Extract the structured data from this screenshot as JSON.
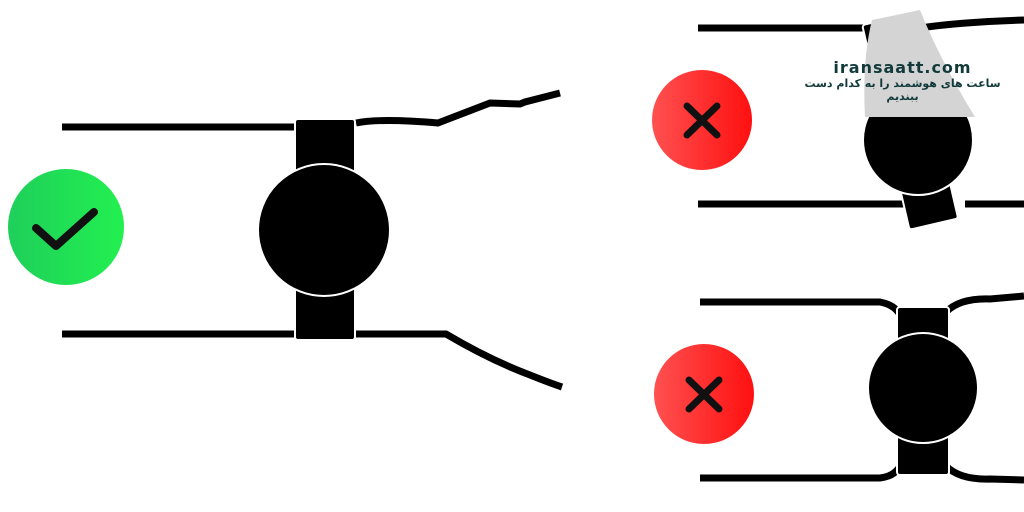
{
  "watermark": {
    "site": "iransaatt.com",
    "caption": "ساعت های هوشمند را به کدام دست ببندیم"
  },
  "panels": [
    {
      "name": "correct-position",
      "status": "correct",
      "icon": "check-icon",
      "color": "#22dd55"
    },
    {
      "name": "too-high-position",
      "status": "wrong",
      "icon": "x-icon",
      "color": "#ff2222"
    },
    {
      "name": "too-tight-position",
      "status": "wrong",
      "icon": "x-icon",
      "color": "#ff2222"
    }
  ]
}
